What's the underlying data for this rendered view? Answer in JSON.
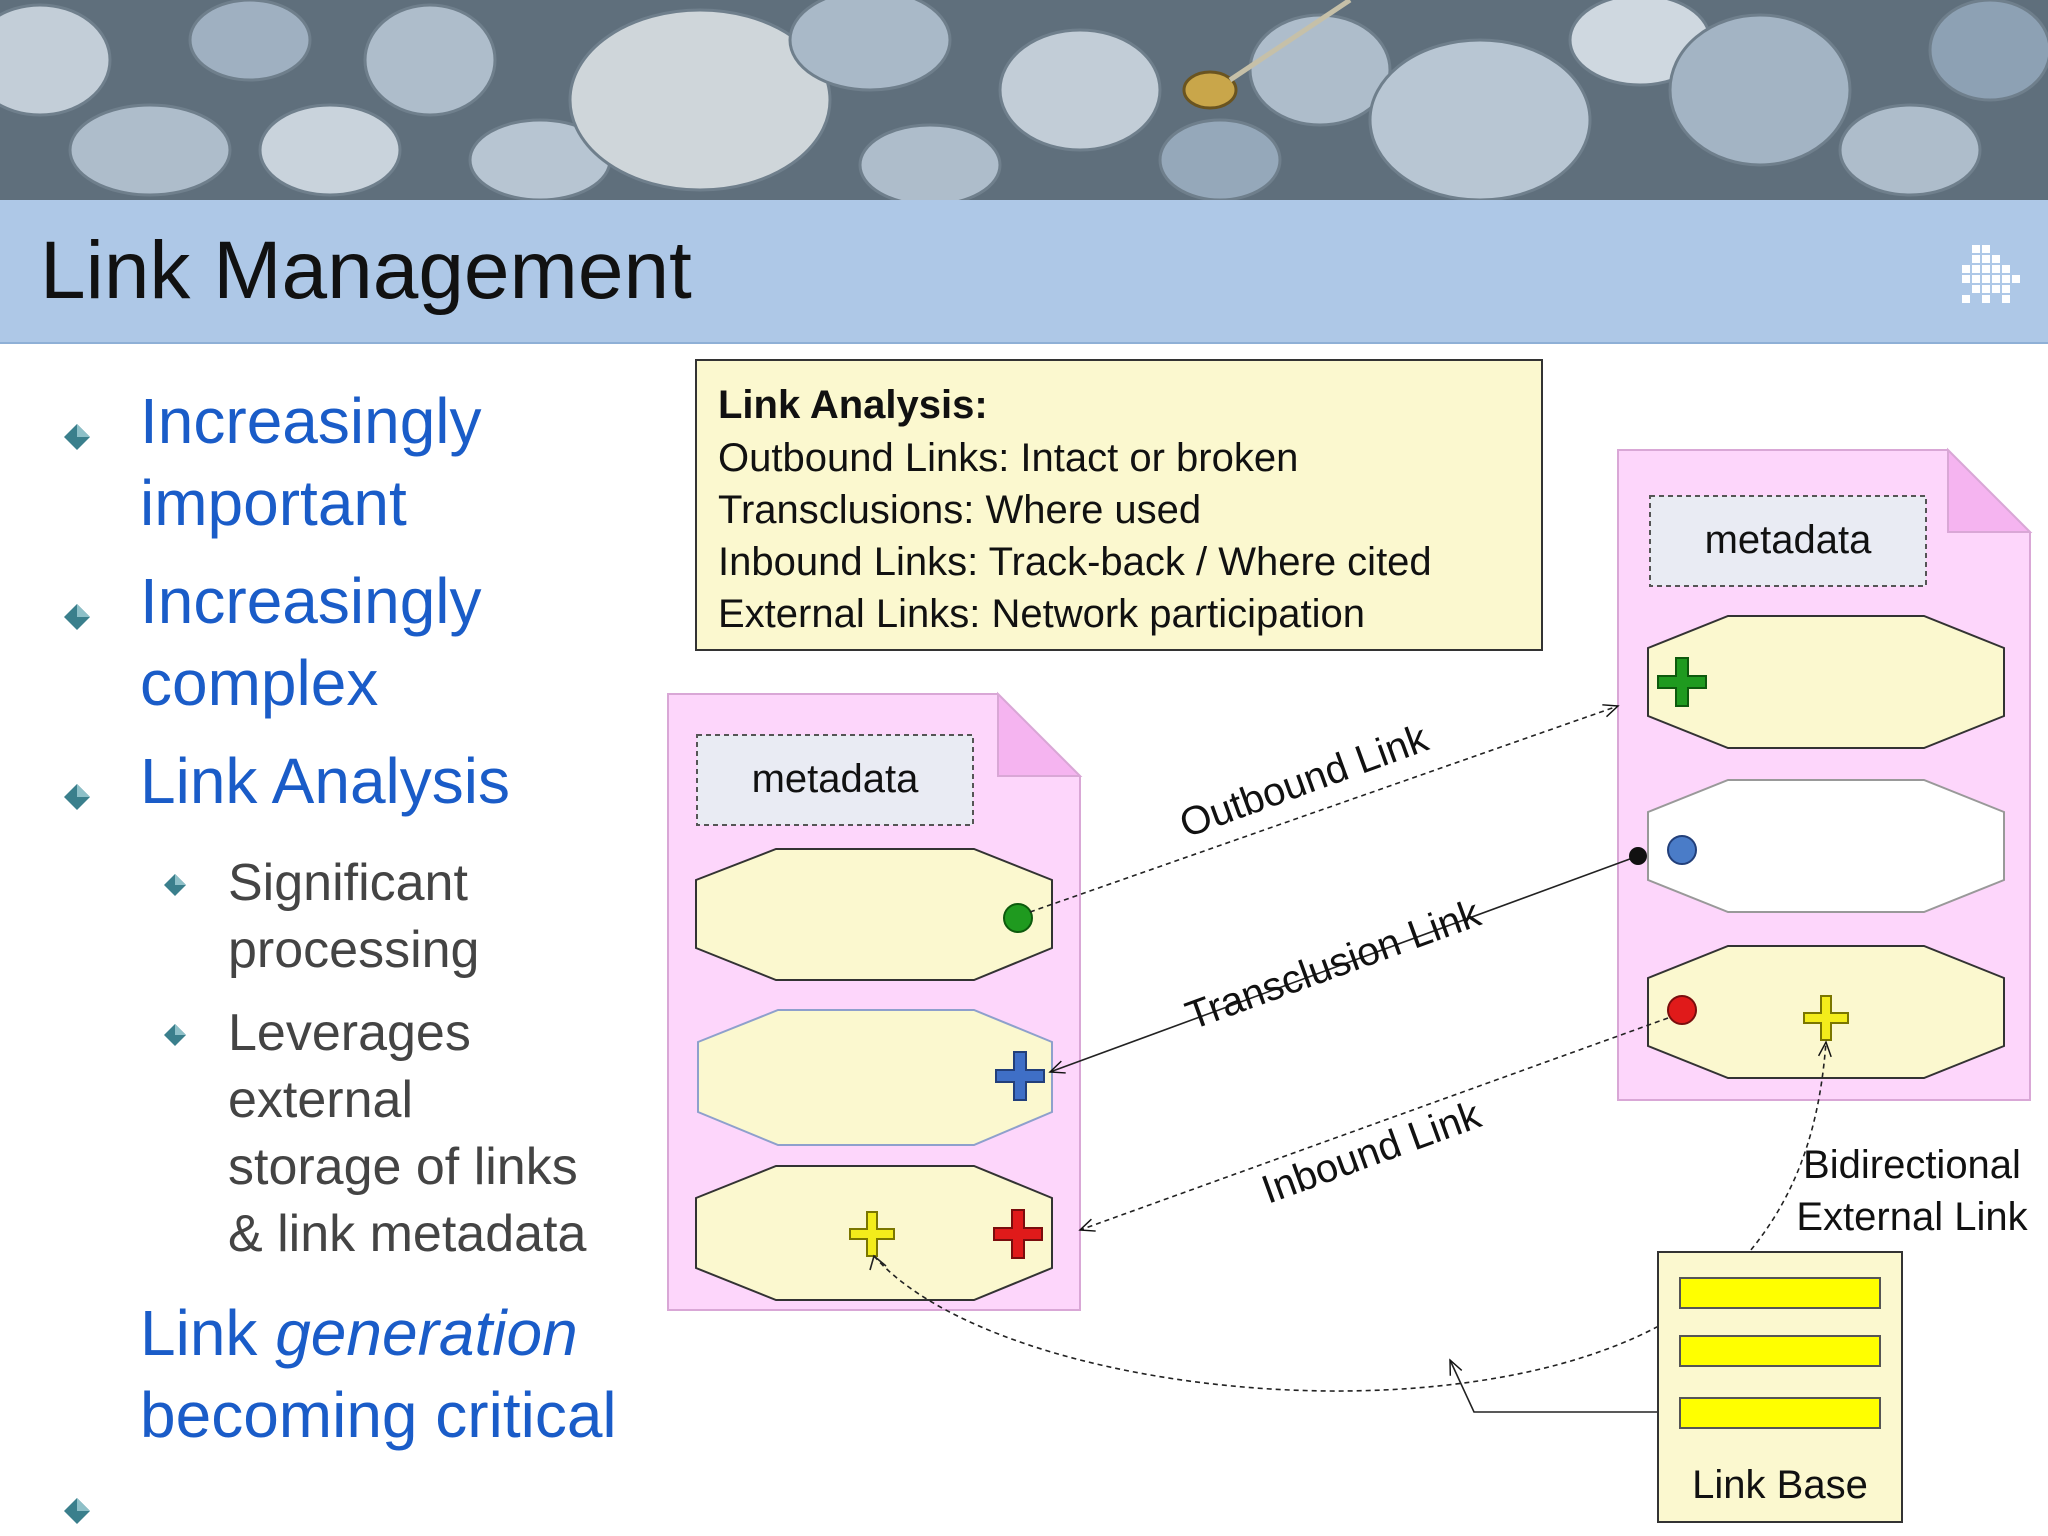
{
  "slide": {
    "title": "Link Management",
    "colors": {
      "title_bar": "#aec8e7",
      "bullet_text": "#1a5cc8",
      "sub_bullet_text": "#444444",
      "doc_fill": "#fdd6fb",
      "node_fill": "#fbf8cf",
      "link_base_fill": "#fbf8cf",
      "bar_fill": "#ffff00"
    },
    "banner_icon": "river-stones-photo",
    "corner_icon": "pixel-arrow-logo-icon"
  },
  "bullets": [
    {
      "lines": [
        "Increasingly",
        "important"
      ]
    },
    {
      "lines": [
        "Increasingly",
        "complex"
      ]
    },
    {
      "lines": [
        "Link Analysis"
      ],
      "sub": [
        {
          "lines": [
            "Significant",
            "processing"
          ]
        },
        {
          "lines": [
            "Leverages",
            "external",
            "storage of links",
            "& link metadata"
          ]
        }
      ]
    },
    {
      "lines_rich": {
        "prefix": "Link ",
        "emphasis": "generation",
        "line2": "becoming critical"
      }
    }
  ],
  "analysis_box": {
    "title": "Link Analysis:",
    "lines": [
      "Outbound Links: Intact or broken",
      "Transclusions: Where used",
      "Inbound Links: Track-back / Where cited",
      "External Links: Network participation"
    ]
  },
  "left_doc": {
    "metadata_label": "metadata"
  },
  "right_doc": {
    "metadata_label": "metadata"
  },
  "links": {
    "outbound": "Outbound Link",
    "transclusion": "Transclusion Link",
    "inbound": "Inbound Link",
    "bidirectional_line1": "Bidirectional",
    "bidirectional_line2": "External Link"
  },
  "link_base": {
    "label": "Link Base"
  }
}
